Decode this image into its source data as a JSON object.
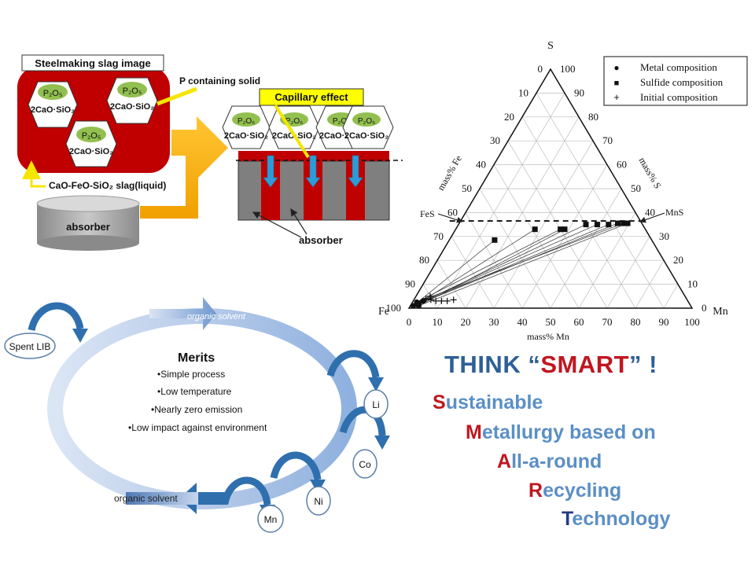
{
  "slag_panel": {
    "title": "Steelmaking slag image",
    "p_compound": "P₂O₅",
    "silicate": "2CaO·SiO₂",
    "slag_liquid_label": "CaO-FeO-SiO₂ slag(liquid)",
    "p_solid_callout": "P containing solid",
    "capillary_callout": "Capillary effect",
    "absorber_cylinder_label": "absorber",
    "absorber_pointer_label": "absorber",
    "colors": {
      "slag": "#c00000",
      "hexagon": "#ffffff",
      "p2o5": "#92c050",
      "absorber": "#7f7f7f",
      "callout": "#ffff00",
      "arrow": "#f0a500",
      "flow": "#2e9bd6"
    }
  },
  "cycle_panel": {
    "merits_title": "Merits",
    "merits": [
      "•Simple process",
      "•Low temperature",
      "•Nearly zero emission",
      "•Low impact against environment"
    ],
    "top_flow_label": "organic solvent",
    "bottom_flow_label": "organic solvent",
    "nodes": {
      "spent_lib": "Spent LIB",
      "li": "Li",
      "co": "Co",
      "ni": "Ni",
      "mn": "Mn"
    },
    "colors": {
      "ring": "#b4c7e7",
      "arrow": "#2f6fae",
      "node_border": "#5b7fa8"
    }
  },
  "chart_data": {
    "type": "scatter",
    "subtype": "ternary",
    "vertices": {
      "top": "S",
      "left": "Fe",
      "right": "Mn"
    },
    "axis_labels": {
      "left": "mass% Fe",
      "right": "mass% S",
      "bottom": "mass% Mn"
    },
    "ticks": [
      "0",
      "10",
      "20",
      "30",
      "40",
      "50",
      "60",
      "70",
      "80",
      "90",
      "100"
    ],
    "range": [
      0,
      100
    ],
    "grid": true,
    "legend": {
      "placement": "top-right",
      "entries": [
        {
          "marker": "●",
          "label": "Metal composition"
        },
        {
          "marker": "■",
          "label": "Sulfide composition"
        },
        {
          "marker": "+",
          "label": "Initial composition"
        }
      ]
    },
    "annotations": {
      "fes": "FeS",
      "mns": "MnS"
    },
    "fes_mns_line": {
      "S": [
        36.5,
        36.5
      ],
      "Mn": [
        0,
        63.5
      ]
    },
    "series": [
      {
        "name": "Metal composition",
        "points": [
          {
            "Mn": 1,
            "S": 1
          },
          {
            "Mn": 2,
            "S": 1.5
          },
          {
            "Mn": 1.5,
            "S": 2.5
          },
          {
            "Mn": 3,
            "S": 1
          },
          {
            "Mn": 2.5,
            "S": 2
          },
          {
            "Mn": 3.5,
            "S": 3
          }
        ]
      },
      {
        "name": "Sulfide composition",
        "points": [
          {
            "Mn": 16,
            "S": 28.5
          },
          {
            "Mn": 28,
            "S": 33
          },
          {
            "Mn": 37,
            "S": 33
          },
          {
            "Mn": 38.5,
            "S": 33
          },
          {
            "Mn": 45,
            "S": 35
          },
          {
            "Mn": 49,
            "S": 35
          },
          {
            "Mn": 53,
            "S": 35
          },
          {
            "Mn": 56,
            "S": 35.5
          },
          {
            "Mn": 58,
            "S": 35.5
          },
          {
            "Mn": 59.5,
            "S": 35.5
          }
        ]
      },
      {
        "name": "Initial composition",
        "points": [
          {
            "Mn": 4,
            "S": 4
          },
          {
            "Mn": 6,
            "S": 3.5
          },
          {
            "Mn": 8,
            "S": 3
          },
          {
            "Mn": 10,
            "S": 3
          },
          {
            "Mn": 12,
            "S": 3
          },
          {
            "Mn": 14,
            "S": 3.5
          },
          {
            "Mn": 5,
            "S": 5
          }
        ]
      }
    ]
  },
  "think_smart": {
    "title_prefix": "THINK “",
    "title_keyword": "SMART",
    "title_suffix": "” !",
    "lines": [
      {
        "cap": "S",
        "rest": "ustainable"
      },
      {
        "cap": "M",
        "rest": "etallurgy based on"
      },
      {
        "cap": "A",
        "rest": "ll-a-round"
      },
      {
        "cap": "R",
        "rest": "ecycling"
      },
      {
        "cap": "T",
        "rest": "echnology"
      }
    ],
    "colors": {
      "title": "#2e5f97",
      "keyword": "#c0161f",
      "body": "#5b8fc6",
      "initial": "#c0161f",
      "last_initial": "#243a8a"
    }
  }
}
